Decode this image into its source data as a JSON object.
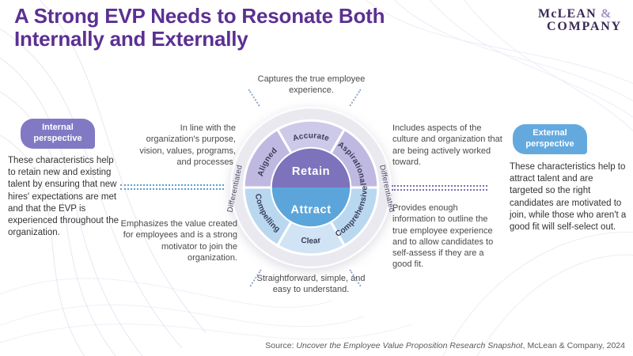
{
  "slide": {
    "title_line1": "A Strong EVP Needs to Resonate Both",
    "title_line2": "Internally and Externally"
  },
  "logo": {
    "line1": "McLEAN",
    "ampersand": "&",
    "line2": "COMPANY"
  },
  "panels": {
    "internal": {
      "badge_label": "Internal perspective",
      "body": "These characteristics help to retain new and existing talent by ensuring that new hires' expectations are met and that the EVP is experienced throughout the organization."
    },
    "external": {
      "badge_label": "External perspective",
      "body": "These characteristics help to attract talent and are targeted so the right candidates are motivated to join, while those who aren't a good fit will self-select out."
    }
  },
  "annotations": {
    "top_center": "Captures the true employee experience.",
    "upper_left": "In line with the organization's purpose, vision, values, programs, and processes.",
    "lower_left": "Emphasizes the value created for employees and is a strong motivator to join the organization.",
    "upper_right": "Includes aspects of the culture and organization that are being actively worked toward.",
    "lower_right": "Provides enough information to outline the true employee experience and to allow candidates to self-assess if they are a good fit.",
    "bottom_center": "Straightforward, simple, and easy to understand."
  },
  "wheel": {
    "center_top_label": "Retain",
    "center_bottom_label": "Attract",
    "segments_top": [
      "Aligned",
      "Accurate",
      "Aspirational"
    ],
    "segments_bottom": [
      "Compelling",
      "Clear",
      "Comprehensive"
    ],
    "ring_label_left": "Differentiated",
    "ring_label_right": "Differentiated"
  },
  "source": {
    "prefix": "Source: ",
    "title_italic": "Uncover the Employee Value Proposition Research Snapshot",
    "suffix": ", McLean & Company, 2024"
  },
  "colors": {
    "title_purple": "#5b3092",
    "badge_internal": "#8279c5",
    "badge_external": "#64a9de",
    "retain_fill": "#7c73bc",
    "attract_fill": "#5ca5da",
    "segment_purple": "#bfb9e1",
    "segment_purple_light": "#cdc9e8",
    "segment_blue": "#b9d8f0",
    "segment_blue_light": "#d0e4f5",
    "ring_gray": "#e9e9ef",
    "dotted_left_blue": "#5e9fc8",
    "dotted_right_purple": "#7a70b5"
  }
}
